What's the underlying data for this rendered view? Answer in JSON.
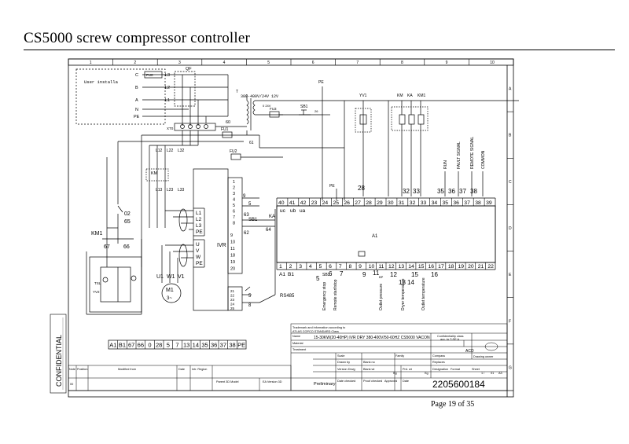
{
  "document": {
    "title": "CS5000 screw compressor controller",
    "page_label": "Page 19 of 35",
    "confidential": "CONFIDENTIAL"
  },
  "frame": {
    "columns": [
      "1",
      "2",
      "3",
      "4",
      "5",
      "6",
      "7",
      "8",
      "9",
      "10"
    ],
    "rows": [
      "A",
      "B",
      "C",
      "D",
      "E",
      "F",
      "G"
    ]
  },
  "power_input": {
    "note": "User installa",
    "phases": [
      "C",
      "B",
      "A",
      "N",
      "PE"
    ],
    "fuse": "FU0",
    "phase_labels": [
      "L3",
      "L2",
      "L1"
    ],
    "switch": "QF",
    "terminal_block": "XT0",
    "sixty": "60"
  },
  "transformer": {
    "name": "T",
    "rating": "380-400V/24V 12V",
    "v24": "0 24V",
    "fu": [
      "FU1",
      "FU2",
      "FU3"
    ],
    "outputs": [
      "61",
      "61"
    ]
  },
  "relay_area": {
    "pe_top": "PE",
    "sb1": "SB1",
    "sb1_num": "26",
    "coils": [
      "YV1",
      "KM",
      "KA",
      "KM1"
    ],
    "pe_mid": "PE",
    "label_28": "28"
  },
  "motor_side": {
    "km": "KM",
    "l_top": [
      "L12",
      "L22",
      "L32"
    ],
    "l_bot": [
      "L13",
      "L23",
      "L33"
    ],
    "km1": "KM1",
    "n02": "02",
    "n65": "65",
    "n67": "67",
    "n66": "66",
    "motor": "M1",
    "motor_sub": "3~",
    "u1": "U1",
    "w1": "W1",
    "v1": "V1",
    "tsl": "TSL",
    "yv2": "YV2"
  },
  "ivr": {
    "name": "IVR",
    "terminals": [
      "1",
      "2",
      "3",
      "4",
      "5",
      "6",
      "7",
      "8"
    ],
    "power": [
      "L1",
      "L2",
      "L3",
      "PE"
    ],
    "motor_out": [
      "U",
      "V",
      "W",
      "PE"
    ],
    "io": [
      "9",
      "10",
      "11",
      "18",
      "19",
      "20"
    ],
    "bottom": [
      "21",
      "22",
      "23",
      "24",
      "25"
    ],
    "n9": "9",
    "n5": "5",
    "n63": "63",
    "n62": "62",
    "n64": "64",
    "n8": "8",
    "sb1": "SB1",
    "ka": "KA",
    "rs485": "RS485"
  },
  "controller": {
    "name": "A1",
    "top_terminals": [
      "40",
      "41",
      "42",
      "23",
      "24",
      "25",
      "26",
      "27",
      "28",
      "29",
      "30",
      "31",
      "32",
      "33",
      "34",
      "35",
      "36",
      "37",
      "38",
      "39"
    ],
    "bottom_terminals": [
      "1",
      "2",
      "3",
      "4",
      "5",
      "6",
      "7",
      "8",
      "9",
      "10",
      "11",
      "12",
      "13",
      "14",
      "15",
      "16",
      "17",
      "18",
      "19",
      "20",
      "21",
      "22"
    ],
    "top_sub": [
      "uc",
      "ub",
      "ua"
    ],
    "bottom_sub": [
      "A1",
      "B1"
    ],
    "top_callouts": [
      "32",
      "33",
      "35",
      "36",
      "37",
      "38"
    ],
    "bottom_callouts": [
      "5",
      "6",
      "7",
      "9",
      "11",
      "12",
      "13",
      "14",
      "15",
      "16"
    ],
    "sb": "SB3",
    "bp": "BP",
    "vertical_labels": [
      "Emergency stop",
      "Remote start/stop",
      "Outlet pressure",
      "Dryer temperature",
      "Outlet temperature"
    ],
    "signal_labels": [
      "RUN",
      "FAULT SIGNAL",
      "REMOTE SIGNAL",
      "COMMON"
    ]
  },
  "wire_list": [
    "A1",
    "B1",
    "67",
    "66",
    "0",
    "28",
    "5",
    "7",
    "13",
    "14",
    "35",
    "36",
    "37",
    "38",
    "PE"
  ],
  "title_block": {
    "note": "Trademark and information according to",
    "standard": "ATLAS COPCO STANDARD Class",
    "name_label": "Name",
    "name_value": "15-30KW(20-40HP) IVR  DRY  380-400V/50-60HZ  CS5000  VACON",
    "conf_label": "Confidentiality class",
    "conf_value": "acc. to T-SE A",
    "material_label": "Material",
    "acd": "ACD",
    "treatment_label": "Treatment",
    "scale": "Scale",
    "family": "Family",
    "compass": "Compass",
    "drawing_owner": "Drawing owner",
    "drawn_by": "Drawn by",
    "blank_no": "Blank no",
    "replaces": "Replaces",
    "version_drwg": "Version Drwg",
    "blank_wt": "Blank wt",
    "kg1": "Kg",
    "prod_wt": "Prd. wt",
    "kg2": "Kg",
    "designation": "Designation",
    "format": "Format",
    "sheet": "Sheet",
    "sheet_of": "1  /",
    "sheets": "01",
    "size": "A3",
    "note_col": "Note",
    "prod_col": "Position",
    "mod_col": "Modified from",
    "date_col": "Date",
    "intro_col": "Intr. Region",
    "parent": "Parent 3D Model",
    "ea": "EA Version 3D",
    "preliminary": "Preliminary",
    "date_checked": "Date checked",
    "proof_checked": "Proof checked",
    "approved": "Approved",
    "date": "Date",
    "row_num": "00",
    "drawing_number": "2205600184"
  }
}
